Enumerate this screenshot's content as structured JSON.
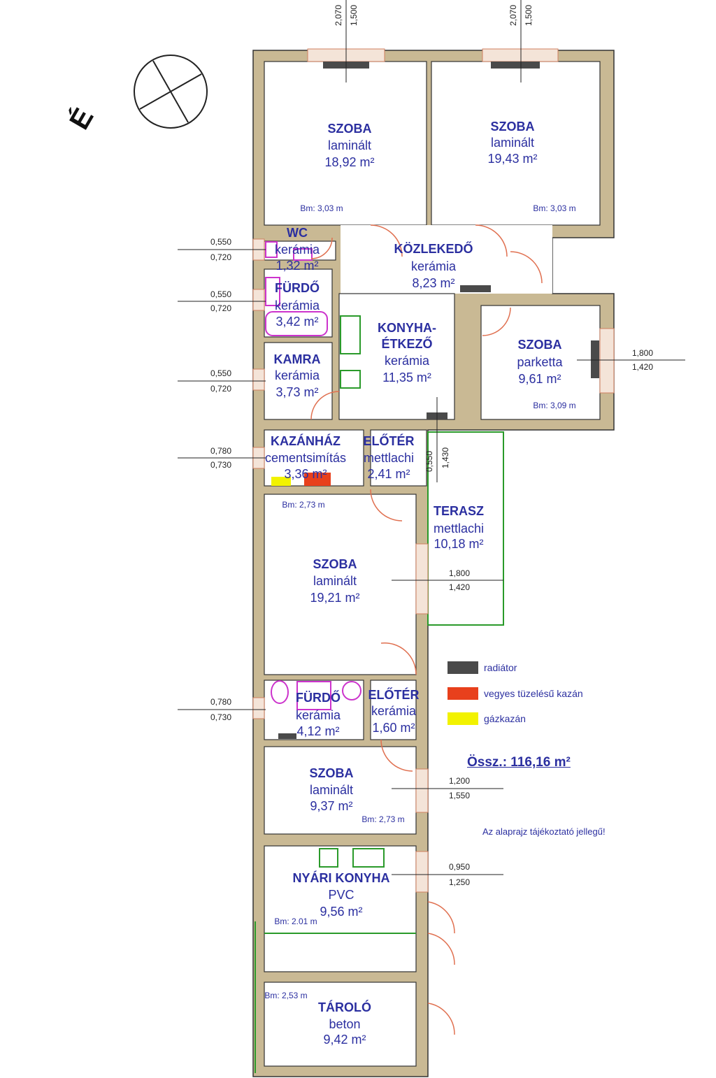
{
  "compass": {
    "label": "É"
  },
  "rooms": [
    {
      "name": "SZOBA",
      "floor": "laminált",
      "area": "18,92 m²",
      "height": "Bm: 3,03 m"
    },
    {
      "name": "SZOBA",
      "floor": "laminált",
      "area": "19,43 m²",
      "height": "Bm: 3,03 m"
    },
    {
      "name": "WC",
      "floor": "kerámia",
      "area": "1,32 m²"
    },
    {
      "name": "KÖZLEKEDŐ",
      "floor": "kerámia",
      "area": "8,23 m²"
    },
    {
      "name": "FÜRDŐ",
      "floor": "kerámia",
      "area": "3,42 m²"
    },
    {
      "name": "KONYHA-",
      "name2": "ÉTKEZŐ",
      "floor": "kerámia",
      "area": "11,35 m²"
    },
    {
      "name": "SZOBA",
      "floor": "parketta",
      "area": "9,61 m²",
      "height": "Bm: 3,09 m"
    },
    {
      "name": "KAMRA",
      "floor": "kerámia",
      "area": "3,73 m²"
    },
    {
      "name": "KAZÁNHÁZ",
      "floor": "cementsimítás",
      "area": "3,36 m²"
    },
    {
      "name": "ELŐTÉR",
      "floor": "mettlachi",
      "area": "2,41 m²"
    },
    {
      "name": "TERASZ",
      "floor": "mettlachi",
      "area": "10,18 m²"
    },
    {
      "name": "SZOBA",
      "floor": "laminált",
      "area": "19,21 m²",
      "height": "Bm: 2,73 m"
    },
    {
      "name": "FÜRDŐ",
      "floor": "kerámia",
      "area": "4,12 m²"
    },
    {
      "name": "ELŐTÉR",
      "floor": "kerámia",
      "area": "1,60 m²"
    },
    {
      "name": "SZOBA",
      "floor": "laminált",
      "area": "9,37 m²",
      "height": "Bm: 2,73 m"
    },
    {
      "name": "NYÁRI KONYHA",
      "floor": "PVC",
      "area": "9,56 m²",
      "height": "Bm: 2.01 m"
    },
    {
      "name": "TÁROLÓ",
      "floor": "beton",
      "area": "9,42 m²",
      "height": "Bm: 2,53 m"
    }
  ],
  "windows": [
    {
      "a": "2,070",
      "b": "1,500"
    },
    {
      "a": "2,070",
      "b": "1,500"
    },
    {
      "a": "0,550",
      "b": "0,720"
    },
    {
      "a": "0,550",
      "b": "0,720"
    },
    {
      "a": "0,550",
      "b": "0,720"
    },
    {
      "a": "0,780",
      "b": "0,730"
    },
    {
      "a": "0,780",
      "b": "0,730"
    },
    {
      "a": "1,800",
      "b": "1,420"
    },
    {
      "a": "1,800",
      "b": "1,420"
    },
    {
      "a": "1,200",
      "b": "1,550"
    },
    {
      "a": "0,950",
      "b": "1,250"
    },
    {
      "a": "0,550",
      "b": "1,430"
    }
  ],
  "legend": [
    {
      "label": "radiátor",
      "color": "#4a4a4a"
    },
    {
      "label": "vegyes tüzelésű kazán",
      "color": "#e8401c"
    },
    {
      "label": "gázkazán",
      "color": "#f2f200"
    }
  ],
  "total": "Össz.: 116,16 m²",
  "note": "Az alaprajz tájékoztató jellegű!",
  "colors": {
    "wall": "#c9b994",
    "text": "#2b2fa0",
    "fixture": "#cc33cc",
    "kitchen": "#2a9a2a",
    "door": "#e07050"
  }
}
